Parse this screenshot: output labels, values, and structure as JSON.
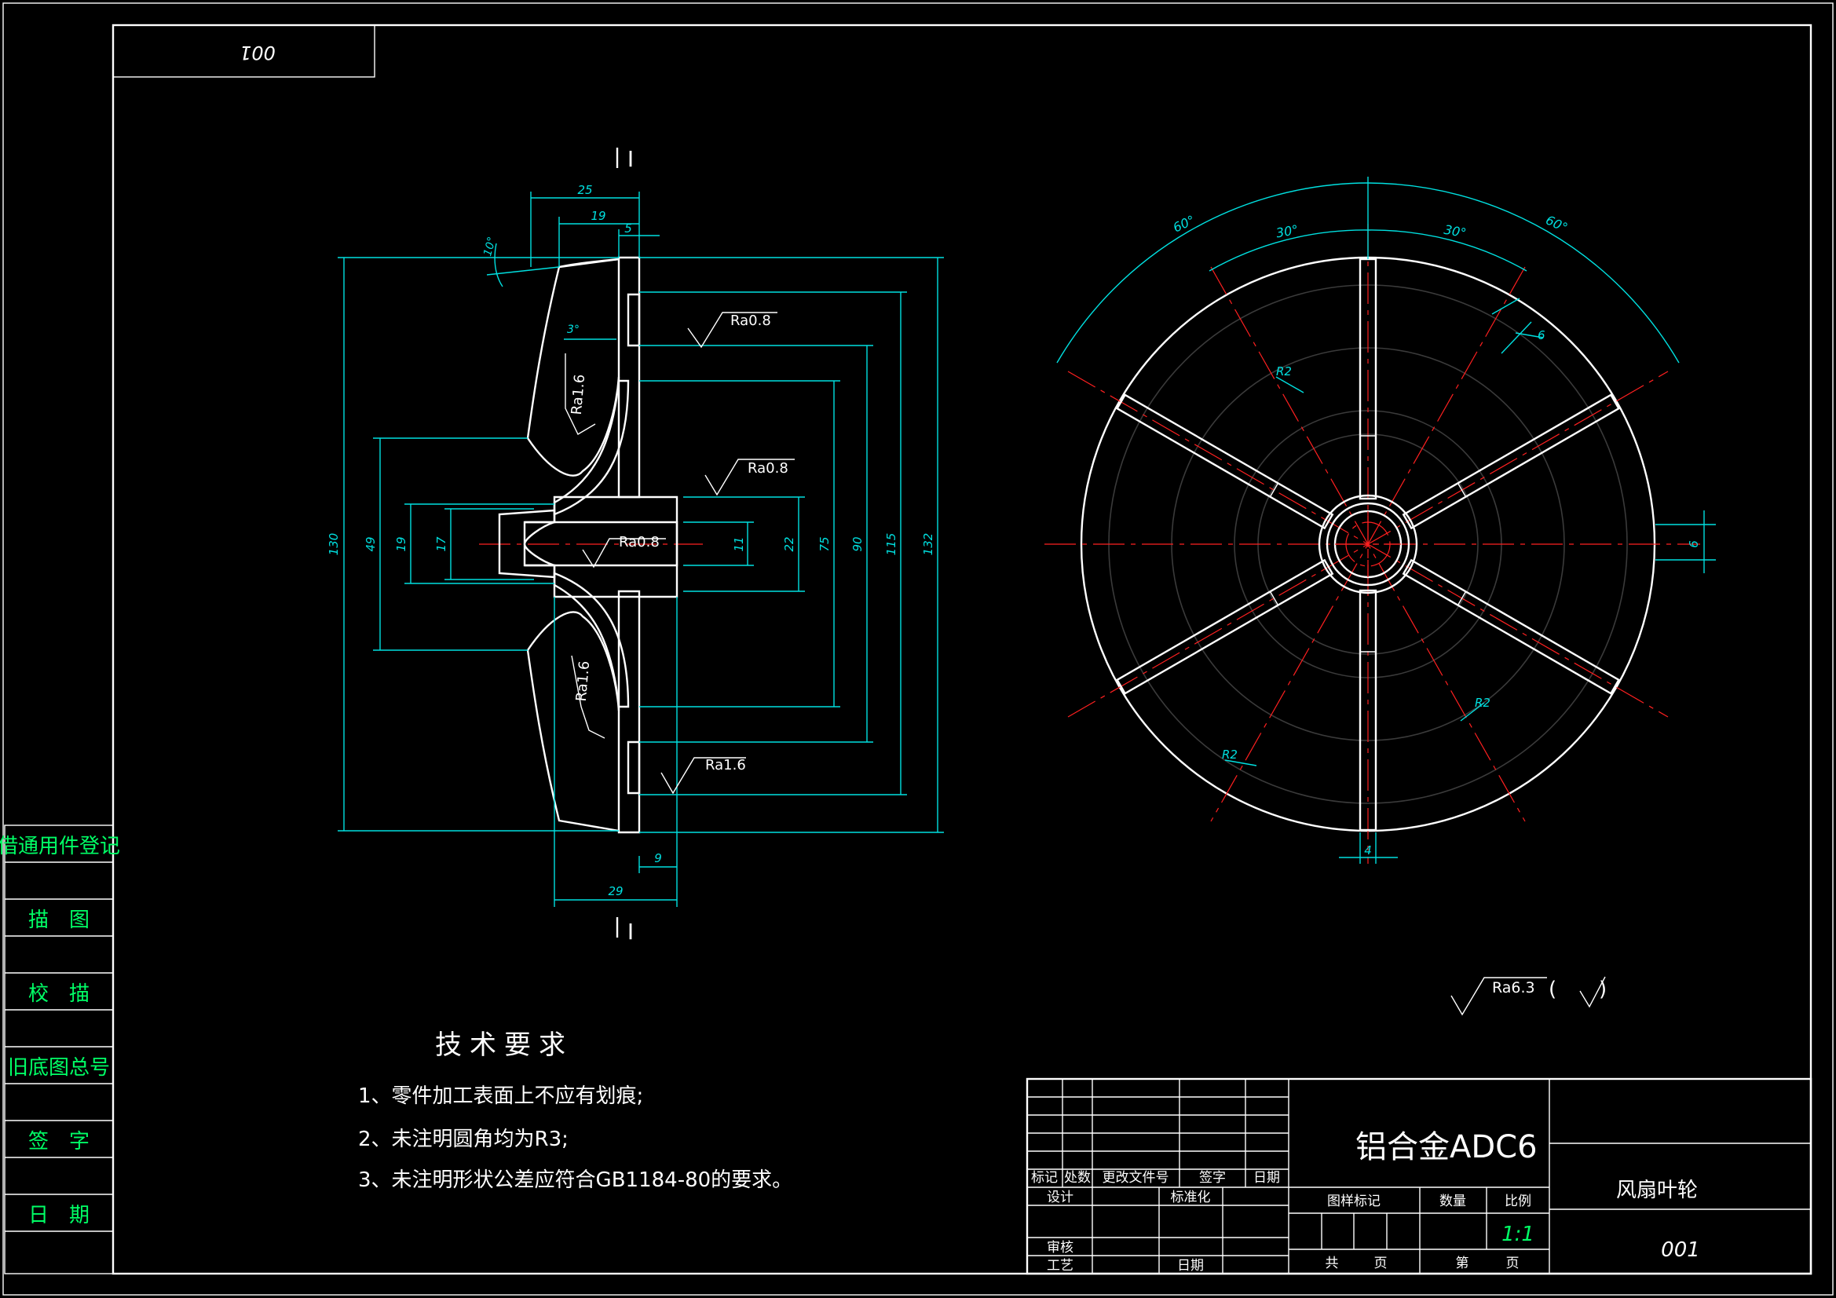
{
  "drawing_code": "001",
  "drawing_code_rotated": "001",
  "section_mark": "I",
  "roughness": {
    "r1": "Ra0.8",
    "r2": "Ra0.8",
    "r3": "Ra0.8",
    "r4": "Ra1.6",
    "r5": "Ra1.6",
    "r6": "Ra1.6",
    "default": "Ra6.3",
    "paren_open": "(",
    "paren_close": ")"
  },
  "dims_side": {
    "d25": "25",
    "d19": "19",
    "d5": "5",
    "d10deg": "10°",
    "d3deg": "3°",
    "d130": "130",
    "d49": "49",
    "d19b": "19",
    "d17": "17",
    "d11": "11",
    "d22": "22",
    "d75": "75",
    "d90": "90",
    "d115": "115",
    "d132": "132",
    "d9": "9",
    "d29": "29"
  },
  "dims_front": {
    "a60l": "60°",
    "a30l": "30°",
    "a30r": "30°",
    "a60r": "60°",
    "d6a": "6",
    "d6b": "6",
    "d4": "4",
    "r2a": "R2",
    "r2b": "R2",
    "r2c": "R2"
  },
  "side_stamps": [
    "借通用件登记",
    "描　图",
    "校　描",
    "旧底图总号",
    "签　字",
    "日　期"
  ],
  "tech_req": {
    "title": "技术要求",
    "items": [
      "1、零件加工表面上不应有划痕;",
      "2、未注明圆角均为R3;",
      "3、未注明形状公差应符合GB1184-80的要求。"
    ]
  },
  "title_block": {
    "material": "铝合金ADC6",
    "part_name": "风扇叶轮",
    "code": "001",
    "h_mark": "标记",
    "h_count": "处数",
    "h_doc": "更改文件号",
    "h_sign": "签字",
    "h_date": "日期",
    "design": "设计",
    "standard": "标准化",
    "review": "审核",
    "process": "工艺",
    "date2": "日期",
    "pattern_mark": "图样标记",
    "quantity": "数量",
    "scale_label": "比例",
    "scale_value": "1:1",
    "total": "共",
    "page": "页",
    "sheet": "第",
    "page2": "页"
  }
}
